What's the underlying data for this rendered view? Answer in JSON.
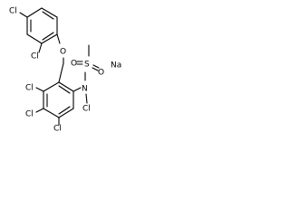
{
  "molecule": {
    "atoms": {
      "cl_top": "Cl",
      "cl_ortho": "Cl",
      "o": "O",
      "s": "S",
      "o_s_upper": "O",
      "o_s_lower": "O",
      "na": "Na",
      "n": "N",
      "cl_n": "Cl",
      "cl_ring_a": "Cl",
      "cl_ring_b": "Cl",
      "cl_ring_c": "Cl"
    }
  },
  "colors": {
    "bond": "#000000",
    "atom_text": "#000000",
    "background": "#ffffff"
  }
}
